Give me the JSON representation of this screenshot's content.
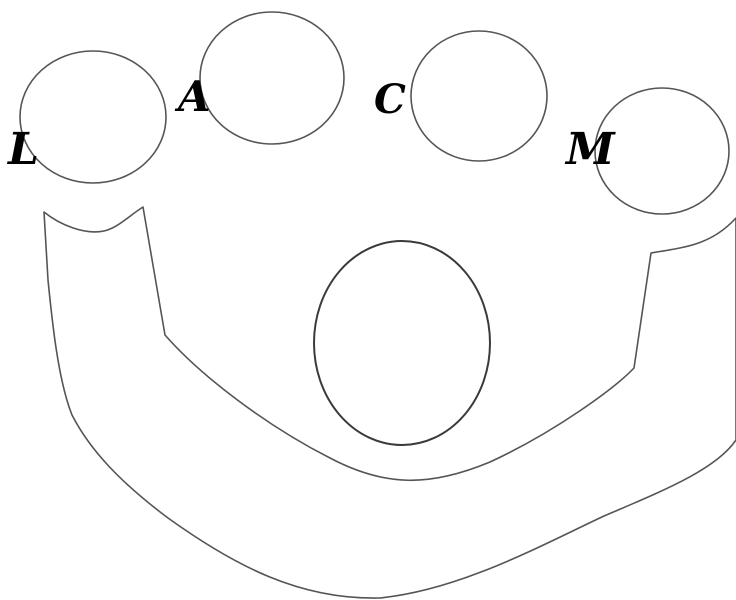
{
  "labels": {
    "l": "L",
    "a": "A",
    "c": "C",
    "m": "M"
  },
  "colors": {
    "background": "#ffffff",
    "outline": "#555555",
    "label": "#000000"
  }
}
